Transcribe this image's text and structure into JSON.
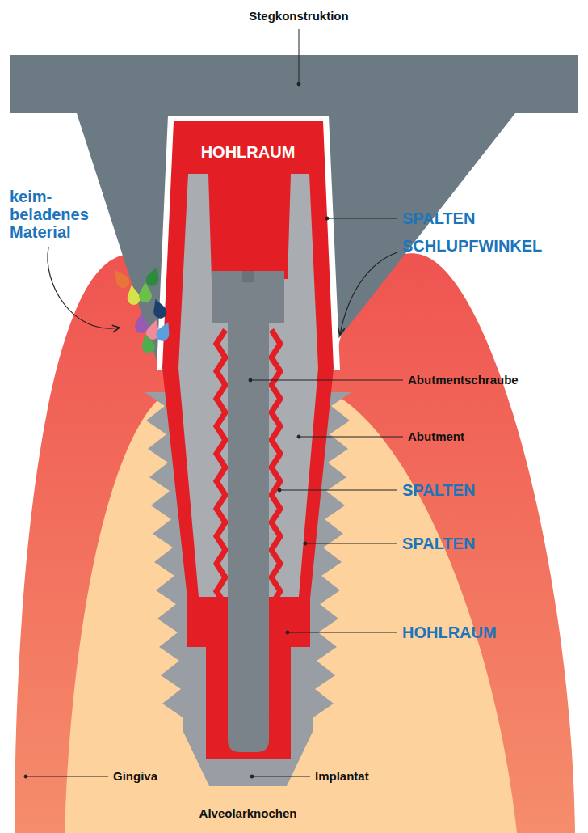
{
  "diagram": {
    "labels": [
      "Stegkonstruktion",
      "HOHLRAUM",
      "keim- beladenes Material",
      "SPALTEN",
      "SCHLUPFWINKEL",
      "Abutmentschraube",
      "Abutment",
      "SPALTEN",
      "SPALTEN",
      "HOHLRAUM",
      "Gingiva",
      "Implantat",
      "Alveolarknochen"
    ]
  }
}
